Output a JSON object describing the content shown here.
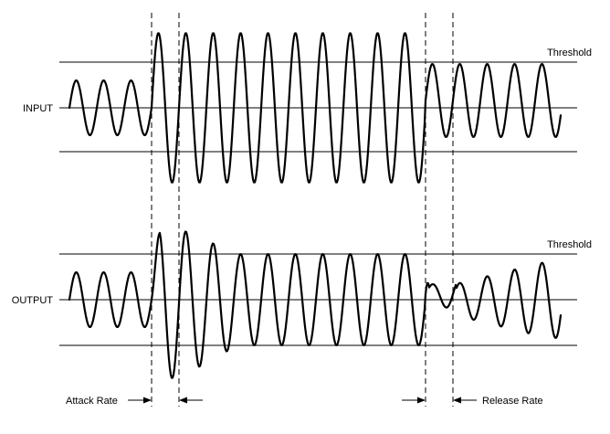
{
  "labels": {
    "input": "INPUT",
    "output": "OUTPUT",
    "threshold_top": "Threshold",
    "threshold_bottom": "Threshold",
    "attack_rate": "Attack Rate",
    "release_rate": "Release Rate"
  },
  "colors": {
    "line": "#000000",
    "background": "#ffffff"
  }
}
